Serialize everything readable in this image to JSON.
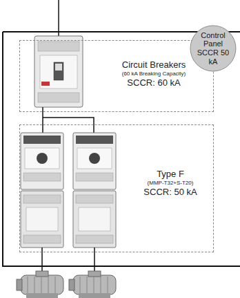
{
  "diagram": {
    "nodes": [
      {
        "text": [
          "Circuit Breakers",
          "(60 kA Breaking Capacity)",
          "SCCR: 60 kA"
        ]
      },
      {
        "text": [
          "Control Panel SCCR 50 kA"
        ]
      },
      {
        "text": [
          "Type F",
          "(MMP-T32+S-T20)",
          "SCCR: 50 kA"
        ]
      }
    ],
    "edges": [
      {
        "from": 0,
        "to": 2,
        "arrow": "none"
      }
    ]
  }
}
